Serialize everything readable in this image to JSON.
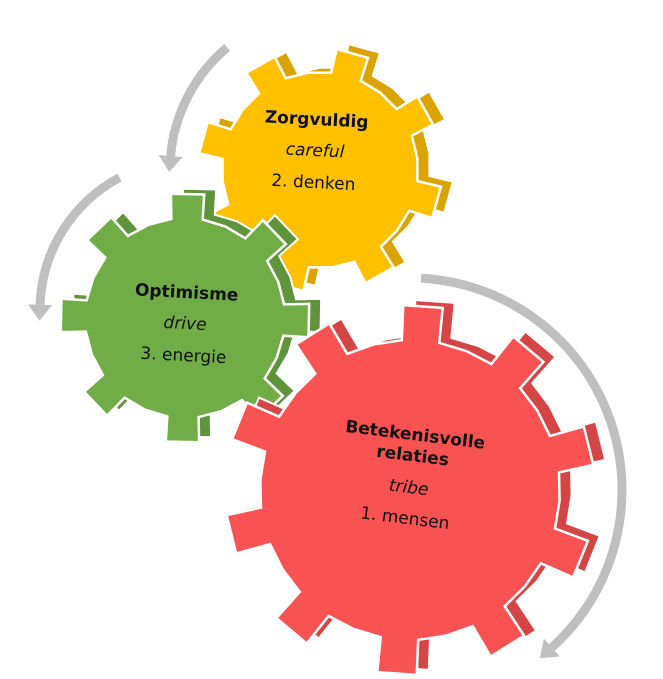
{
  "colors": {
    "red": "#F95252",
    "green": "#70AD47",
    "yellow": "#FFC000",
    "arrow": "#BFBFBF"
  },
  "gears": [
    {
      "id": "red",
      "title": "Betekenisvolle relaties",
      "subtitle": "tribe",
      "number": "1. mensen",
      "teeth": 10
    },
    {
      "id": "green",
      "title": "Optimisme",
      "subtitle": "drive",
      "number": "3. energie",
      "teeth": 8
    },
    {
      "id": "yellow",
      "title": "Zorgvuldig",
      "subtitle": "careful",
      "number": "2. denken",
      "teeth": 8
    }
  ]
}
